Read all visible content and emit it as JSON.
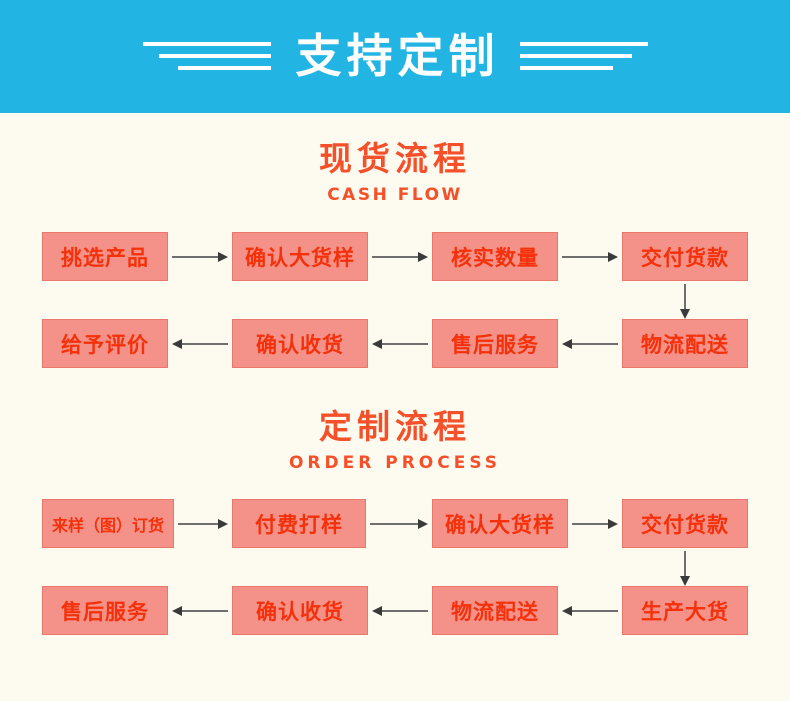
{
  "banner": {
    "title": "支持定制",
    "background_color": "#22B4E3",
    "text_color": "#FFFFFF",
    "decoration_left": "triple-line-left",
    "decoration_right": "triple-line-right"
  },
  "page": {
    "background_color": "#FDFAF0",
    "box_fill_color": "#F49189",
    "box_border_color": "#E8776C",
    "box_text_color": "#F4310A",
    "accent_color": "#F4502A",
    "arrow_color": "#6E6E6E"
  },
  "sections": [
    {
      "id": "cash-flow",
      "title_cn": "现货流程",
      "title_en": "CASH FLOW",
      "rows": [
        {
          "direction": "right",
          "steps": [
            "挑选产品",
            "确认大货样",
            "核实数量",
            "交付货款"
          ]
        },
        {
          "direction": "left",
          "steps": [
            "给予评价",
            "确认收货",
            "售后服务",
            "物流配送"
          ]
        }
      ],
      "connector_down": "交付货款 → 物流配送"
    },
    {
      "id": "order-process",
      "title_cn": "定制流程",
      "title_en": "ORDER PROCESS",
      "rows": [
        {
          "direction": "right",
          "steps": [
            "来样（图）订货",
            "付费打样",
            "确认大货样",
            "交付货款"
          ]
        },
        {
          "direction": "left",
          "steps": [
            "售后服务",
            "确认收货",
            "物流配送",
            "生产大货"
          ]
        }
      ],
      "connector_down": "交付货款 → 生产大货"
    }
  ]
}
